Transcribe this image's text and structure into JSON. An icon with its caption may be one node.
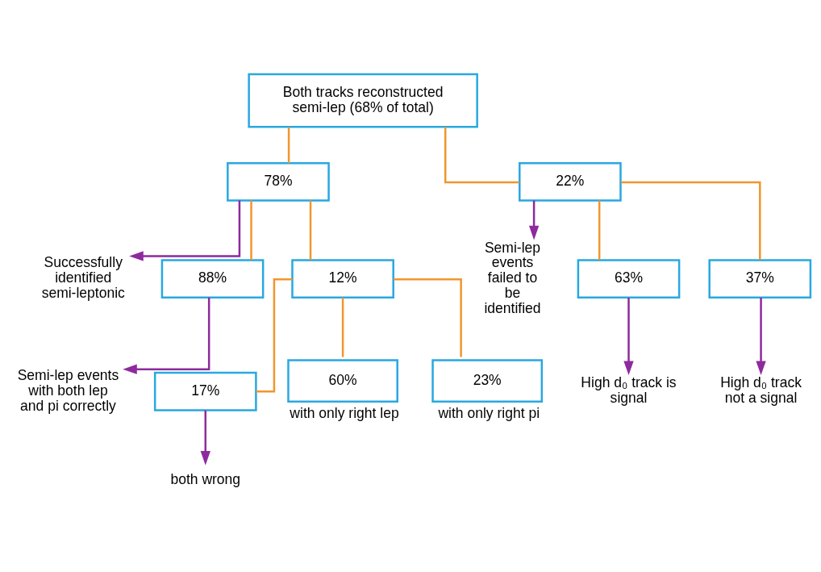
{
  "diagram": {
    "nodes": [
      {
        "text": [
          "Both tracks reconstructed semi-lep (68% of total)"
        ]
      },
      {
        "text": [
          "78%"
        ]
      },
      {
        "text": [
          "22%"
        ]
      },
      {
        "text": [
          "Successfully identified semi-leptonic"
        ]
      },
      {
        "text": [
          "Semi-lep events failed to be identified"
        ]
      },
      {
        "text": [
          "88%"
        ]
      },
      {
        "text": [
          "12%"
        ]
      },
      {
        "text": [
          "Semi-lep events with both lep and pi correctly"
        ]
      },
      {
        "text": [
          "63%"
        ]
      },
      {
        "text": [
          "37%"
        ]
      },
      {
        "text": [
          "High d₀ track is signal"
        ]
      },
      {
        "text": [
          "High d₀ track not a signal"
        ]
      },
      {
        "text": [
          "17%"
        ]
      },
      {
        "text": [
          "60%"
        ],
        "beside": [
          "with only right lep"
        ]
      },
      {
        "text": [
          "23%"
        ],
        "beside": [
          "with only right pi"
        ]
      },
      {
        "text": [
          "both wrong"
        ]
      }
    ],
    "edges": [
      {
        "from": 0,
        "to": 1,
        "arrow": "none"
      },
      {
        "from": 0,
        "to": 2,
        "arrow": "none"
      },
      {
        "from": 1,
        "to": 3,
        "arrow": "to",
        "color": "#8e2a9e"
      },
      {
        "from": 2,
        "to": 4,
        "arrow": "to",
        "color": "#8e2a9e"
      },
      {
        "from": 1,
        "to": 5,
        "arrow": "none"
      },
      {
        "from": 1,
        "to": 6,
        "arrow": "none"
      },
      {
        "from": 5,
        "to": 7,
        "arrow": "to",
        "color": "#8e2a9e"
      },
      {
        "from": 2,
        "to": 8,
        "arrow": "none"
      },
      {
        "from": 2,
        "to": 9,
        "arrow": "none"
      },
      {
        "from": 8,
        "to": 10,
        "arrow": "to",
        "color": "#8e2a9e"
      },
      {
        "from": 9,
        "to": 11,
        "arrow": "to",
        "color": "#8e2a9e"
      },
      {
        "from": 6,
        "to": 12,
        "arrow": "none"
      },
      {
        "from": 6,
        "to": 13,
        "arrow": "none"
      },
      {
        "from": 6,
        "to": 14,
        "arrow": "none"
      },
      {
        "from": 12,
        "to": 15,
        "arrow": "to",
        "color": "#8e2a9e"
      }
    ]
  }
}
